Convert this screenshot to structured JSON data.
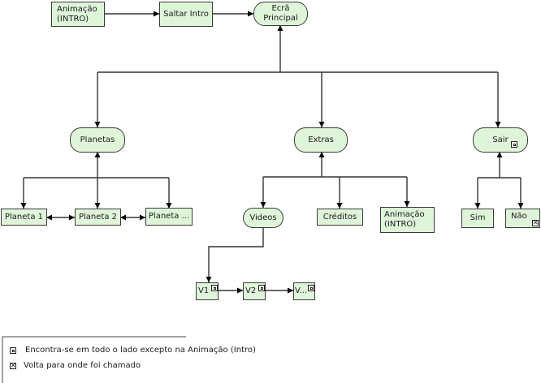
{
  "nodes": {
    "intro_animation": "Animação (INTRO)",
    "skip_intro": "Saltar Intro",
    "main_screen": "Ecrã Principal",
    "planets": "Planetas",
    "extras": "Extras",
    "exit": "Sair",
    "planet_1": "Planeta 1",
    "planet_2": "Planeta 2",
    "planet_n": "Planeta ...",
    "videos": "Videos",
    "credits": "Créditos",
    "extras_intro_animation": "Animação (INTRO)",
    "yes": "Sim",
    "no": "Não",
    "video_1": "V1",
    "video_2": "V2",
    "video_n": "V..."
  },
  "legend": {
    "everywhere_except_intro": "Encontra-se em todo o lado excepto na Animação (Intro)",
    "return_to_caller": "Volta para onde foi chamado"
  },
  "colors": {
    "node_fill": "#dff5d9",
    "line": "#000000"
  }
}
